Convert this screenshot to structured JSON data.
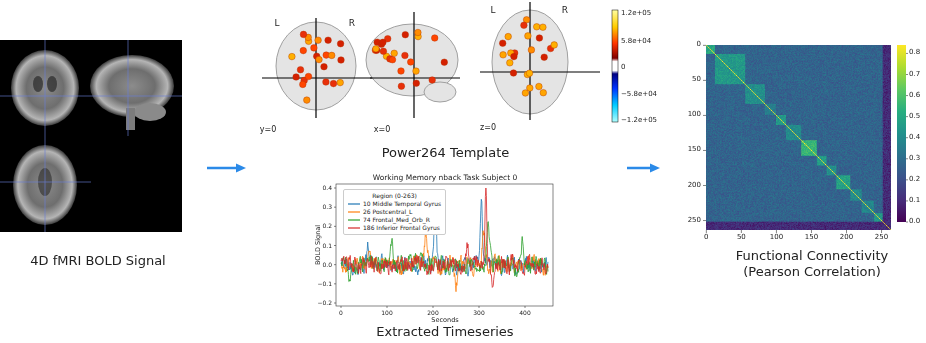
{
  "diagram": {
    "nodes": [
      {
        "text": [
          "4D fMRI BOLD Signal"
        ]
      },
      {
        "text": [
          "Power264 Template"
        ]
      },
      {
        "text": [
          "Extracted Timeseries"
        ]
      },
      {
        "text": [
          "Functional Connectivity (Pearson Correlation)"
        ]
      }
    ],
    "edges": [
      {
        "from": 0,
        "to": 1,
        "arrow": "to"
      },
      {
        "from": 1,
        "to": 3,
        "arrow": "to"
      }
    ],
    "labels": [
      "L",
      "R",
      "y=0",
      "x=0",
      "L",
      "R",
      "z=0",
      "1.2e+05",
      "5.8e+04",
      "0",
      "−5.8e+04",
      "−1.2e+05",
      "Working Memory nback Task Subject 0",
      "Region (0-263)",
      "BOLD Signal",
      "Seconds",
      "0.4",
      "0.3",
      "0.2",
      "0.1",
      "0.0",
      "−0.1",
      "−0.2",
      "0",
      "100",
      "200",
      "300",
      "400",
      "0",
      "50",
      "100",
      "150",
      "200",
      "250",
      "0",
      "50",
      "100",
      "150",
      "200",
      "250",
      "0.8",
      "0.7",
      "0.6",
      "0.5",
      "0.4",
      "0.3",
      "0.2",
      "0.1",
      "0.0"
    ],
    "legend": [
      {
        "text": "10 Middle Temporal Gyrus"
      },
      {
        "text": "26 Postcentral_L"
      },
      {
        "text": "74 Frontal_Med_Orb_R"
      },
      {
        "text": "186 Inferior Frontal Gyrus"
      }
    ]
  }
}
